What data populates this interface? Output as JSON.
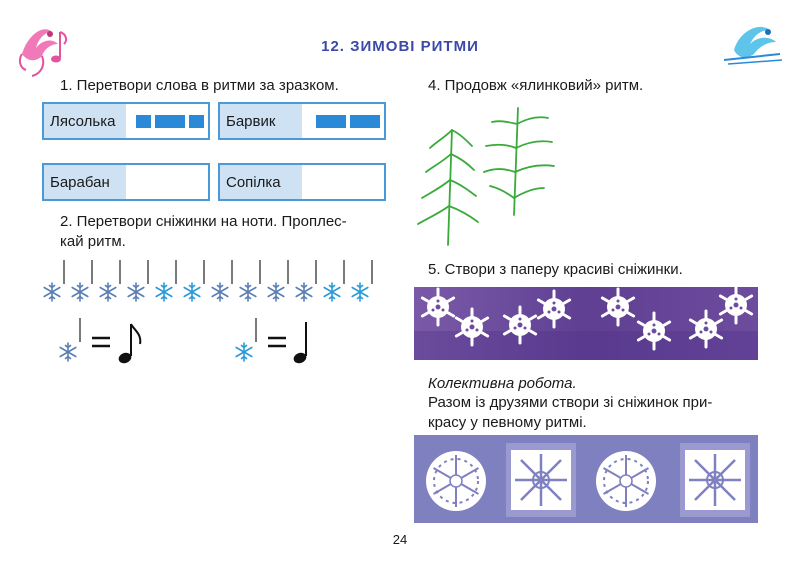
{
  "page": {
    "title": "12. ЗИМОВІ РИТМИ",
    "page_number": "24"
  },
  "task1": {
    "text": "1. Перетвори слова в ритми за зразком.",
    "words": [
      {
        "label": "Лясолька",
        "rhythm": [
          "short",
          "long",
          "short"
        ]
      },
      {
        "label": "Барвик",
        "rhythm": [
          "long",
          "long"
        ]
      },
      {
        "label": "Барабан",
        "rhythm": []
      },
      {
        "label": "Сопілка",
        "rhythm": []
      }
    ]
  },
  "task2": {
    "text_line1": "2. Перетвори сніжинки на ноти. Проплес-",
    "text_line2": "кай ритм.",
    "legend": {
      "equals": "="
    }
  },
  "task4": {
    "text": "4. Продовж «ялинковий» ритм."
  },
  "task5": {
    "text": "5. Створи з паперу красиві сніжинки."
  },
  "group": {
    "heading": "Колективна робота.",
    "text_line1": "Разом із друзями створи зі сніжинок при-",
    "text_line2": "красу у певному ритмі."
  },
  "colors": {
    "title": "#3b4aa8",
    "box_border": "#4a9ad8",
    "rhythm_bar": "#2a8ad8",
    "purple_panel": "#6a4a9a",
    "lavender_panel": "#7f80c0",
    "tree": "#3aaa3a"
  }
}
